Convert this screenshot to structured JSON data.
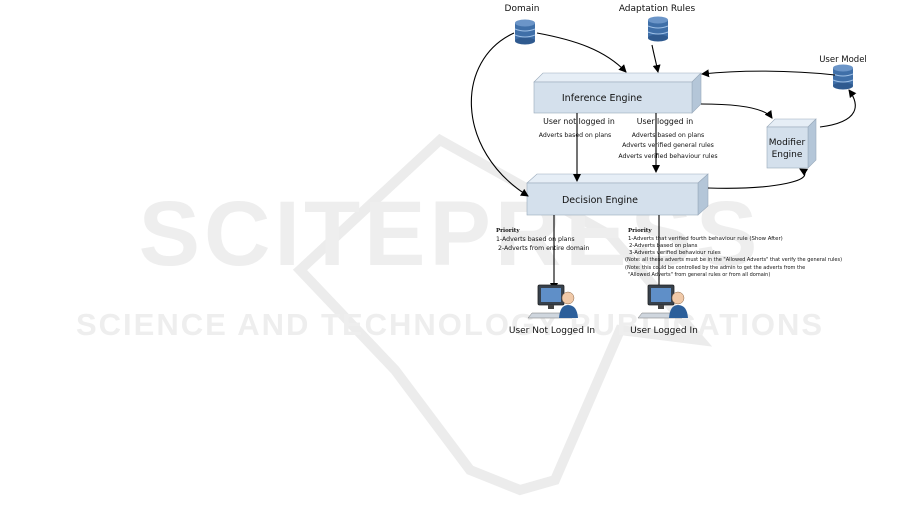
{
  "watermark": {
    "main": "SCITEPRESS",
    "sub": "SCIENCE AND TECHNOLOGY PUBLICATIONS"
  },
  "nodes": {
    "domain": "Domain",
    "adaptation_rules": "Adaptation Rules",
    "user_model": "User Model",
    "inference_engine": "Inference Engine",
    "modifier_engine_line1": "Modifier",
    "modifier_engine_line2": "Engine",
    "decision_engine": "Decision Engine",
    "user_not_logged_in": "User Not Logged In",
    "user_logged_in": "User Logged In"
  },
  "edge_labels": {
    "not_logged_title": "User not logged in",
    "not_logged_line1": "Adverts based on plans",
    "logged_title": "User logged in",
    "logged_line1": "Adverts based on plans",
    "logged_line2": "Adverts verified general rules",
    "logged_line3": "Adverts verified behaviour rules"
  },
  "priority_left": {
    "title": "Priority",
    "line1": "1-Adverts based on plans",
    "line2": "2-Adverts from entire domain"
  },
  "priority_right": {
    "title": "Priority",
    "line1": "1-Adverts that verified fourth behaviour rule (Show After)",
    "line2": "2-Adverts based on plans",
    "line3": "3-Adverts verified behaviour rules",
    "line4": "(Note: all these adverts must be in the \"Allowed Adverts\" that verify the general rules)",
    "line5": "(Note: this could be controlled by the admin to get the adverts from the",
    "line6": "\"Allowed Adverts\" from general rules or from all domain)"
  },
  "colors": {
    "box_face": "#d4e0ec",
    "box_top": "#e6eef6",
    "box_side": "#b4c6d8",
    "database": "#3f6fa8",
    "watermark": "#ebebeb"
  },
  "icon_names": [
    "database-icon",
    "user-computer-icon"
  ]
}
